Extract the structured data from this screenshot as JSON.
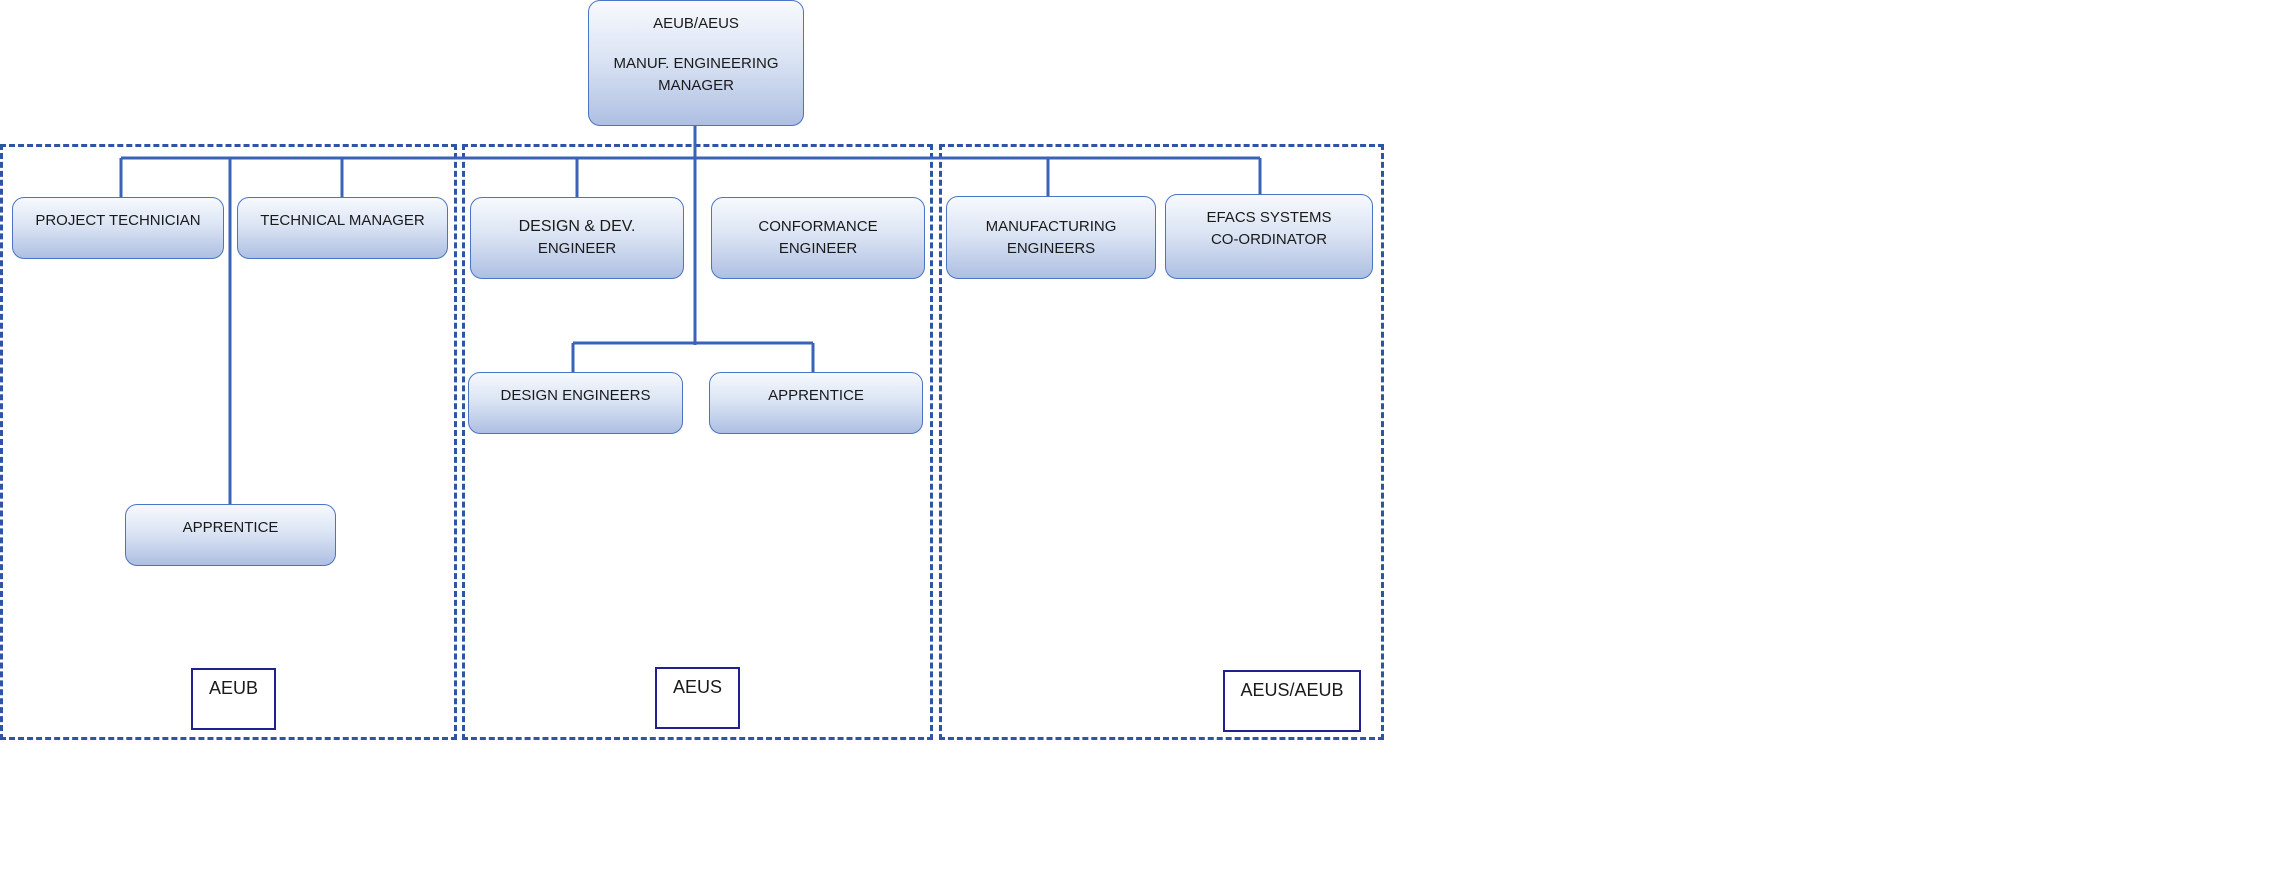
{
  "diagram": {
    "top_node": {
      "line1": "AEUB/AEUS",
      "line2": "MANUF. ENGINEERING",
      "line3": "MANAGER"
    },
    "nodes": {
      "project_technician": "PROJECT TECHNICIAN",
      "technical_manager": "TECHNICAL MANAGER",
      "apprentice_aeub": "APPRENTICE",
      "design_dev_engineer": {
        "line1": "DESIGN & DEV.",
        "line2": "ENGINEER"
      },
      "conformance_engineer": {
        "line1": "CONFORMANCE",
        "line2": "ENGINEER"
      },
      "design_engineers": "DESIGN ENGINEERS",
      "apprentice_aeus": "APPRENTICE",
      "manufacturing_engineers": {
        "line1": "MANUFACTURING",
        "line2": "ENGINEERS"
      },
      "efacs_coordinator": {
        "line1": "EFACS SYSTEMS",
        "line2": "CO-ORDINATOR"
      }
    },
    "group_labels": {
      "left": "AEUB",
      "middle": "AEUS",
      "right": "AEUS/AEUB"
    },
    "colors": {
      "connector": "#3a63b8",
      "dashed_border": "#2e55a3",
      "label_border": "#20208f",
      "node_border": "#4a74c4"
    }
  }
}
